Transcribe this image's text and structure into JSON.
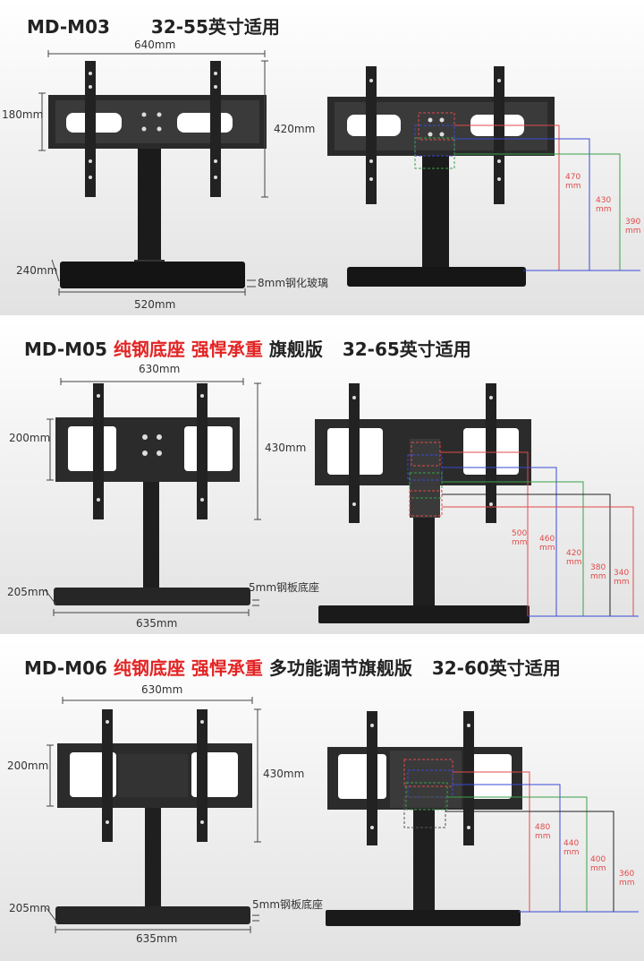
{
  "section1": {
    "model": "MD-M03",
    "size": "32-55英寸适用",
    "dims": {
      "width": "640mm",
      "hole": "180mm",
      "height": "420mm",
      "depth": "240mm",
      "base": "520mm",
      "glass": "8mm钢化玻璃"
    },
    "heights": [
      {
        "value": "470",
        "unit": "mm",
        "color": "#e24b4b"
      },
      {
        "value": "430",
        "unit": "mm",
        "color": "#3a4ad6"
      },
      {
        "value": "390",
        "unit": "mm",
        "color": "#3aa04a"
      }
    ]
  },
  "section2": {
    "model": "MD-M05",
    "feature1": "纯钢底座",
    "feature2": "强悍承重",
    "edition": "旗舰版",
    "size": "32-65英寸适用",
    "dims": {
      "width": "630mm",
      "hole": "200mm",
      "height": "430mm",
      "depth": "205mm",
      "base": "635mm",
      "plate": "5mm钢板底座"
    },
    "heights": [
      {
        "value": "500",
        "unit": "mm",
        "color": "#e24b4b"
      },
      {
        "value": "460",
        "unit": "mm",
        "color": "#3a4ad6"
      },
      {
        "value": "420",
        "unit": "mm",
        "color": "#3aa04a"
      },
      {
        "value": "380",
        "unit": "mm",
        "color": "#222222"
      },
      {
        "value": "340",
        "unit": "mm",
        "color": "#e24b4b"
      }
    ]
  },
  "section3": {
    "model": "MD-M06",
    "feature1": "纯钢底座",
    "feature2": "强悍承重",
    "edition": "多功能调节旗舰版",
    "size": "32-60英寸适用",
    "dims": {
      "width": "630mm",
      "hole": "200mm",
      "height": "430mm",
      "depth": "205mm",
      "base": "635mm",
      "plate": "5mm钢板底座"
    },
    "heights": [
      {
        "value": "480",
        "unit": "mm",
        "color": "#e24b4b"
      },
      {
        "value": "440",
        "unit": "mm",
        "color": "#3a4ad6"
      },
      {
        "value": "400",
        "unit": "mm",
        "color": "#3aa04a"
      },
      {
        "value": "360",
        "unit": "mm",
        "color": "#e24b4b"
      }
    ]
  }
}
